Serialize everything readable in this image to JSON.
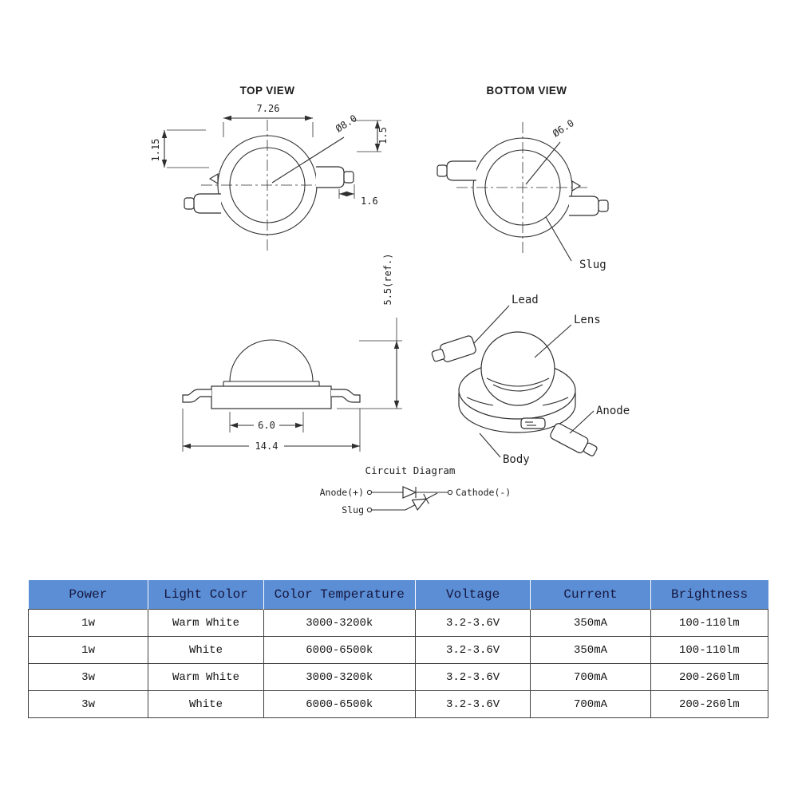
{
  "colors": {
    "table-header-bg": "#5b8ed5",
    "table-header-text": "#16163e",
    "line": "#2f2f2f"
  },
  "diagram": {
    "top_view": {
      "title": "TOP VIEW",
      "dim_width": "7.26",
      "dim_diameter": "Ø8.0",
      "dim_notch": "1.15",
      "dim_lead_thickness": "1.5",
      "dim_lead_length": "1.6"
    },
    "bottom_view": {
      "title": "BOTTOM VIEW",
      "dim_slug_diameter": "Ø6.0",
      "slug_label": "Slug"
    },
    "side_view": {
      "dim_height": "5.5(ref.)",
      "dim_lens": "6.0",
      "dim_total_width": "14.4"
    },
    "perspective_view": {
      "lead_label": "Lead",
      "lens_label": "Lens",
      "anode_label": "Anode",
      "body_label": "Body"
    },
    "circuit": {
      "title": "Circuit Diagram",
      "anode_label": "Anode(+)",
      "slug_label": "Slug",
      "cathode_label": "Cathode(-)"
    }
  },
  "table": {
    "headers": [
      "Power",
      "Light Color",
      "Color Temperature",
      "Voltage",
      "Current",
      "Brightness"
    ],
    "rows": [
      [
        "1w",
        "Warm White",
        "3000-3200k",
        "3.2-3.6V",
        "350mA",
        "100-110lm"
      ],
      [
        "1w",
        "White",
        "6000-6500k",
        "3.2-3.6V",
        "350mA",
        "100-110lm"
      ],
      [
        "3w",
        "Warm White",
        "3000-3200k",
        "3.2-3.6V",
        "700mA",
        "200-260lm"
      ],
      [
        "3w",
        "White",
        "6000-6500k",
        "3.2-3.6V",
        "700mA",
        "200-260lm"
      ]
    ]
  }
}
